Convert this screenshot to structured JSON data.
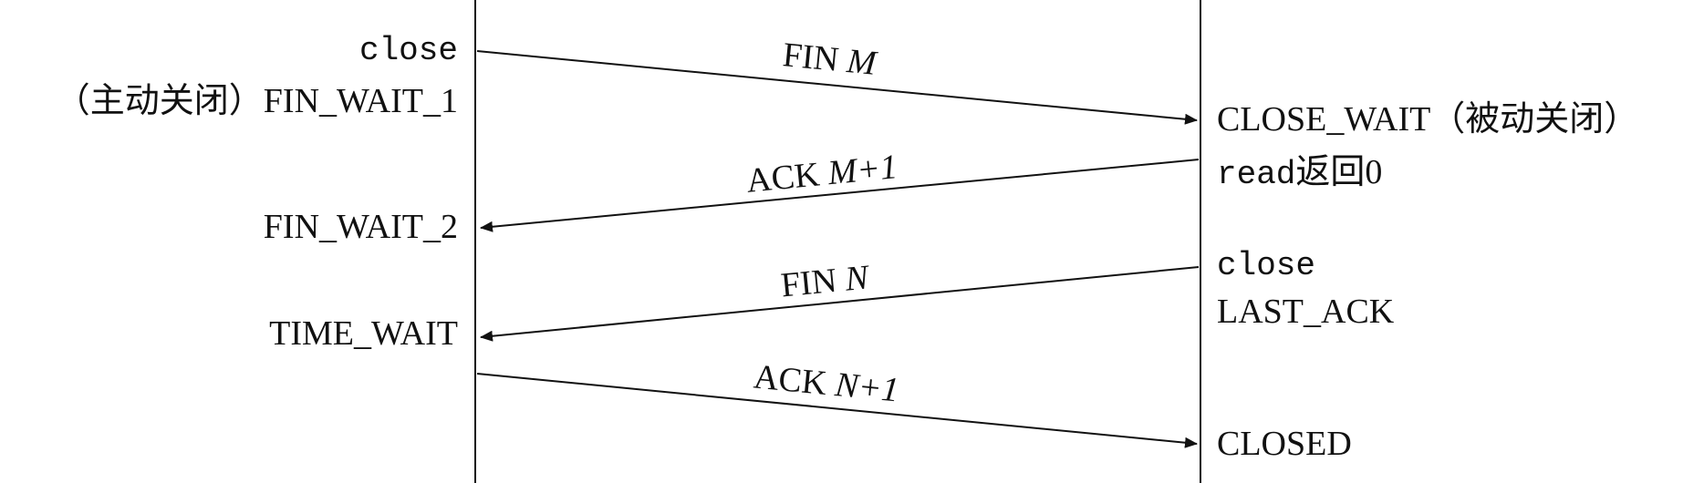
{
  "left_states": {
    "close": "close",
    "fin_wait_1": "（主动关闭）FIN_WAIT_1",
    "fin_wait_2": "FIN_WAIT_2",
    "time_wait": "TIME_WAIT"
  },
  "right_states": {
    "close_wait": "CLOSE_WAIT（被动关闭）",
    "read_code": "read",
    "read_suffix": "返回0",
    "close": "close",
    "last_ack": "LAST_ACK",
    "closed": "CLOSED"
  },
  "messages": {
    "fin_m": {
      "prefix": "FIN ",
      "italic": "M"
    },
    "ack_m1": {
      "prefix": "ACK ",
      "italic": "M+1"
    },
    "fin_n": {
      "prefix": "FIN ",
      "italic": "N"
    },
    "ack_n1": {
      "prefix": "ACK ",
      "italic": "N+1"
    }
  }
}
